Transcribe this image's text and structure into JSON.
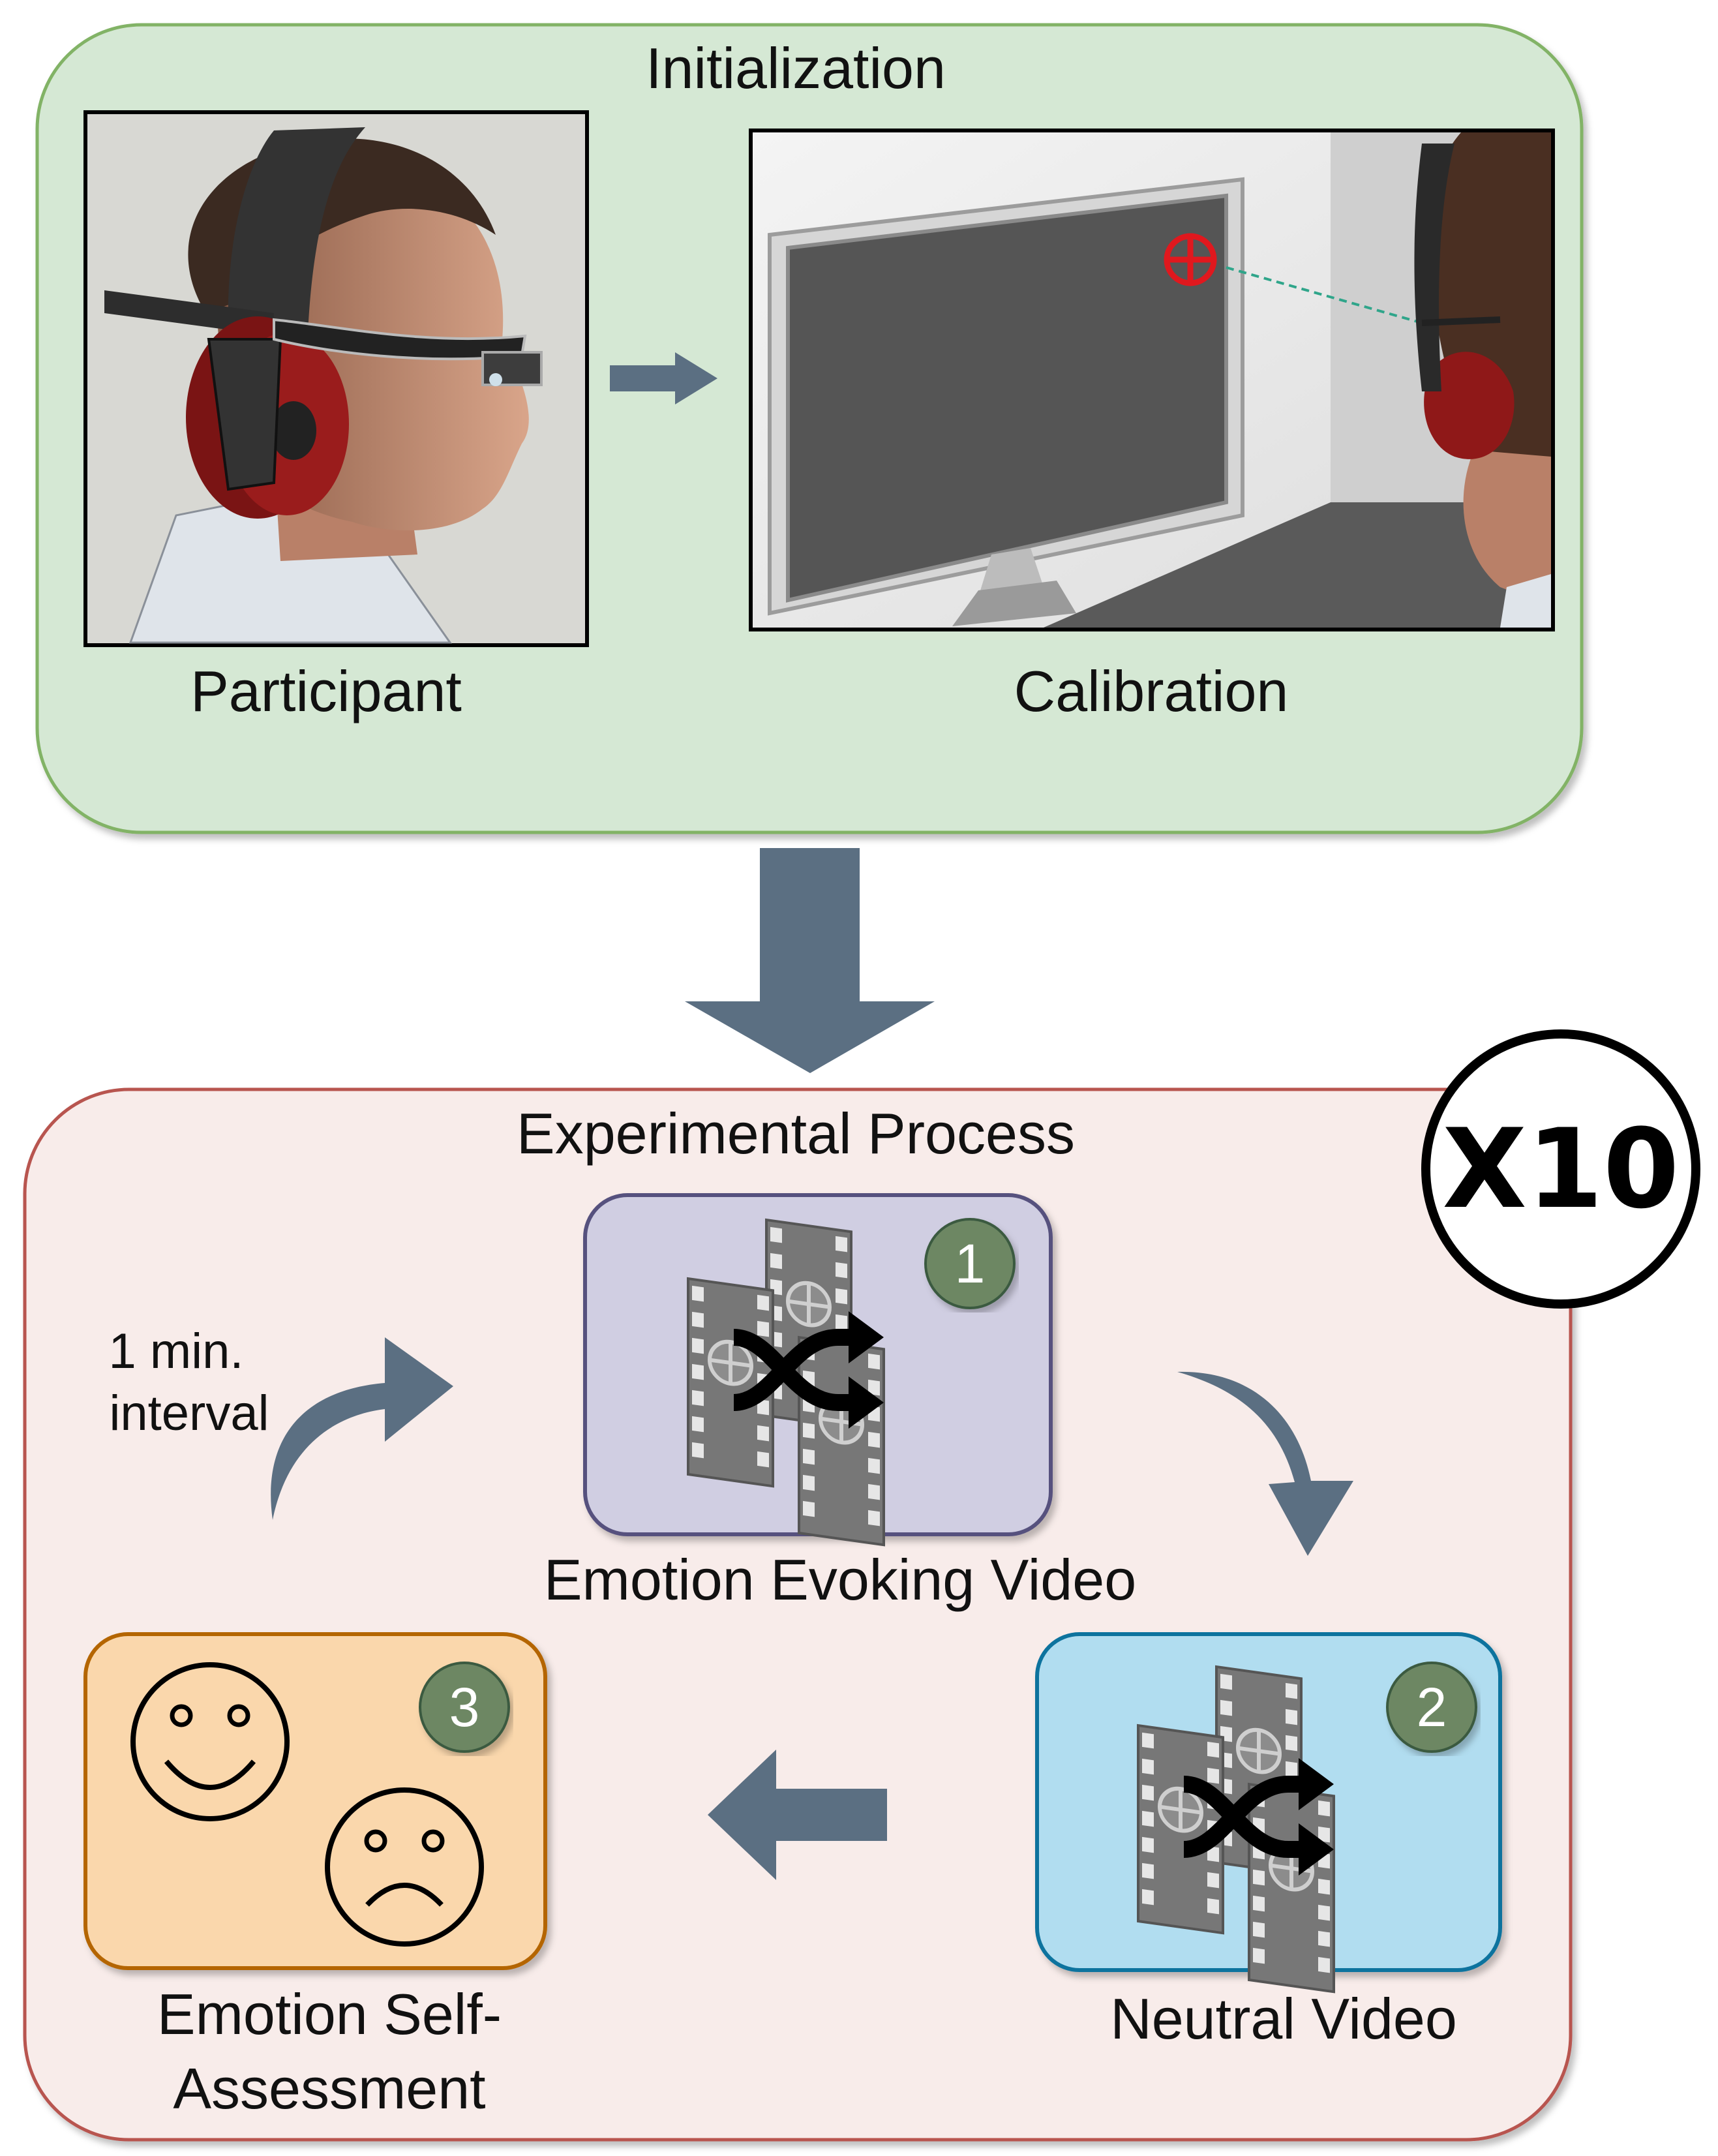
{
  "colors": {
    "init_fill": "#d5e8d4",
    "init_stroke": "#82b366",
    "exp_fill": "#f8ecea",
    "exp_stroke": "#b85450",
    "arrow": "#5b6f82",
    "box1_fill": "#d0cee2",
    "box1_stroke": "#56517e",
    "box2_fill": "#b1ddf0",
    "box2_stroke": "#10739e",
    "box3_fill": "#fad7ac",
    "box3_stroke": "#b46504",
    "badge": "#6d8764",
    "target": "#e0181e"
  },
  "icons": {
    "film": "shuffle-film-icon",
    "smiley": "smiley-face-icon",
    "sad": "sad-face-icon",
    "target": "crosshair-target-icon"
  },
  "initialization": {
    "title": "Initialization",
    "participant_label": "Participant",
    "calibration_label": "Calibration"
  },
  "experimental": {
    "title": "Experimental Process",
    "repeat_badge": "X10",
    "interval_label_line1": "1 min.",
    "interval_label_line2": "interval",
    "step1": {
      "number": "1",
      "label": "Emotion Evoking Video"
    },
    "step2": {
      "number": "2",
      "label": "Neutral Video"
    },
    "step3": {
      "number": "3",
      "label_line1": "Emotion Self-",
      "label_line2": "Assessment"
    }
  }
}
